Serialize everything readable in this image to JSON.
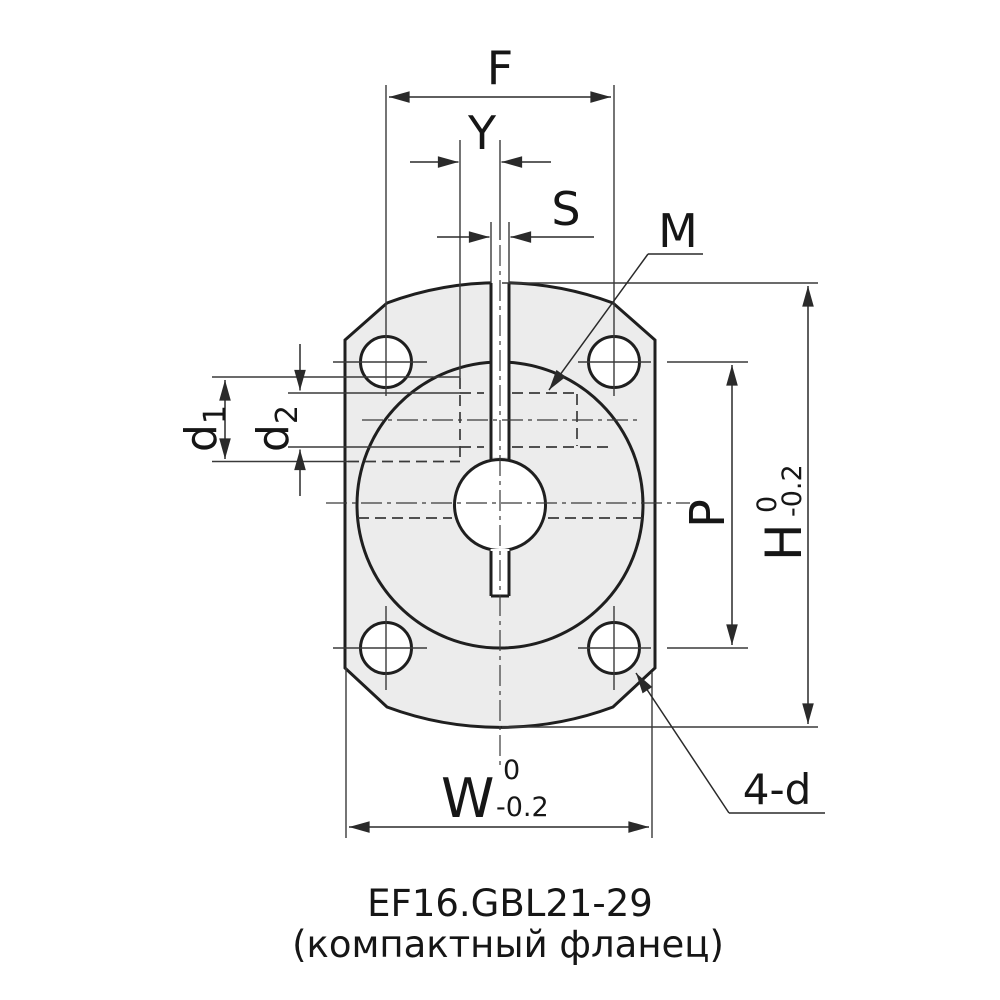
{
  "drawing": {
    "dim_labels": {
      "f": "F",
      "y": "Y",
      "s": "S",
      "m": "M",
      "p": "P",
      "holes": "4-d",
      "h": {
        "letter": "H",
        "tol_upper": "0",
        "tol_lower": "-0.2"
      },
      "w": {
        "letter": "W",
        "tol_upper": "0",
        "tol_lower": "-0.2"
      },
      "d1": {
        "letter": "d",
        "sub": "1"
      },
      "d2": {
        "letter": "d",
        "sub": "2"
      }
    },
    "caption": {
      "line1": "EF16.GBL21-29",
      "line2": "(компактный фланец)"
    },
    "colors": {
      "line": "#1f1f1f",
      "body_fill": "#ececec",
      "background": "#ffffff"
    }
  }
}
